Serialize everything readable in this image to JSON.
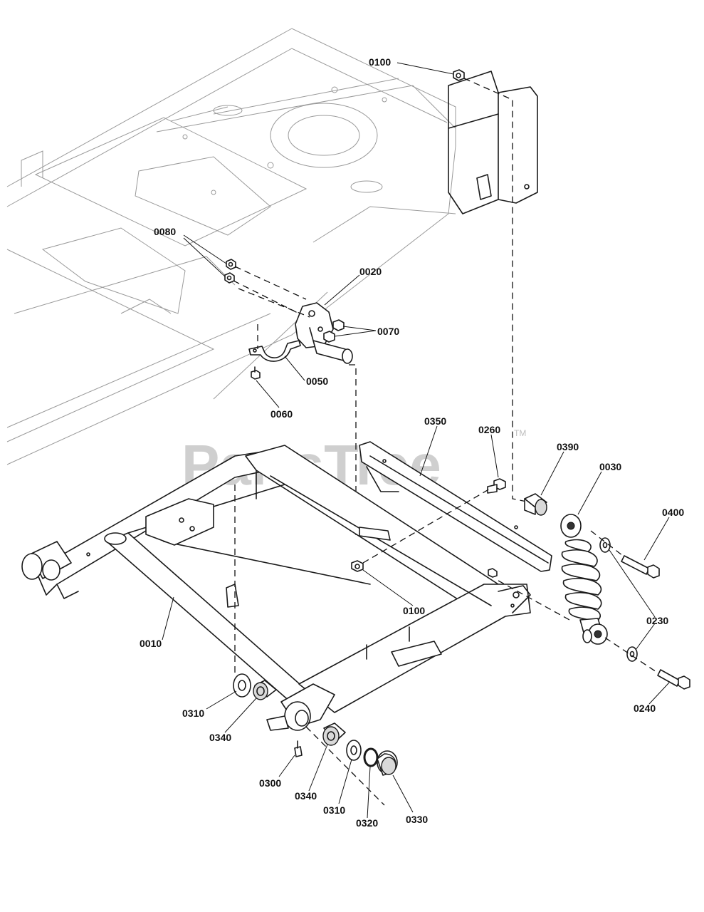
{
  "watermark": {
    "text": "PartsTree",
    "trademark": "TM"
  },
  "labels": [
    {
      "id": "0100-top",
      "text": "0100"
    },
    {
      "id": "0080",
      "text": "0080"
    },
    {
      "id": "0020",
      "text": "0020"
    },
    {
      "id": "0070",
      "text": "0070"
    },
    {
      "id": "0050",
      "text": "0050"
    },
    {
      "id": "0060",
      "text": "0060"
    },
    {
      "id": "0350",
      "text": "0350"
    },
    {
      "id": "0260",
      "text": "0260"
    },
    {
      "id": "0390",
      "text": "0390"
    },
    {
      "id": "0030",
      "text": "0030"
    },
    {
      "id": "0400",
      "text": "0400"
    },
    {
      "id": "0100-mid",
      "text": "0100"
    },
    {
      "id": "0230",
      "text": "0230"
    },
    {
      "id": "0010",
      "text": "0010"
    },
    {
      "id": "0240",
      "text": "0240"
    },
    {
      "id": "0310-left",
      "text": "0310"
    },
    {
      "id": "0340-left",
      "text": "0340"
    },
    {
      "id": "0300",
      "text": "0300"
    },
    {
      "id": "0340-bottom",
      "text": "0340"
    },
    {
      "id": "0310-bottom",
      "text": "0310"
    },
    {
      "id": "0320",
      "text": "0320"
    },
    {
      "id": "0330",
      "text": "0330"
    }
  ]
}
